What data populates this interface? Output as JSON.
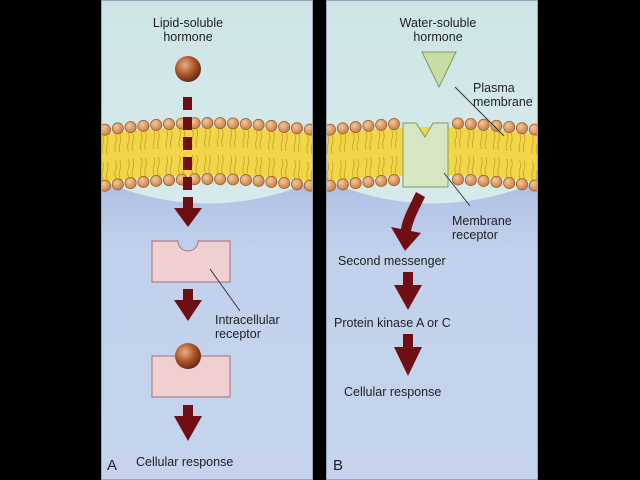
{
  "panel_a": {
    "letter": "A",
    "hormone_label": [
      "Lipid-soluble",
      "hormone"
    ],
    "receptor_label": [
      "Intracellular",
      "receptor"
    ],
    "response_label": "Cellular response"
  },
  "panel_b": {
    "letter": "B",
    "hormone_label": [
      "Water-soluble",
      "hormone"
    ],
    "membrane_label": [
      "Plasma",
      "membrane"
    ],
    "receptor_label": [
      "Membrane",
      "receptor"
    ],
    "steps": [
      "Second messenger",
      "Protein kinase A or C",
      "Cellular response"
    ]
  },
  "colors": {
    "background": "#000000",
    "extracellular_top": "#d9ecec",
    "intracellular": "#c2d2ec",
    "lipid_tail": "#f2d64a",
    "phospholipid_head": "#d9965a",
    "arrow": "#6f0f14",
    "receptor_fill": "#f0cfd1",
    "membrane_receptor_fill": "#d6e6c3",
    "hormone_triangle": "#c9dca4",
    "hormone_sphere": "#9c4a23"
  },
  "icons": {
    "lipid_hormone": "sphere",
    "water_hormone": "triangle",
    "intracellular_receptor": "notched-block",
    "membrane_receptor": "notched-block"
  }
}
